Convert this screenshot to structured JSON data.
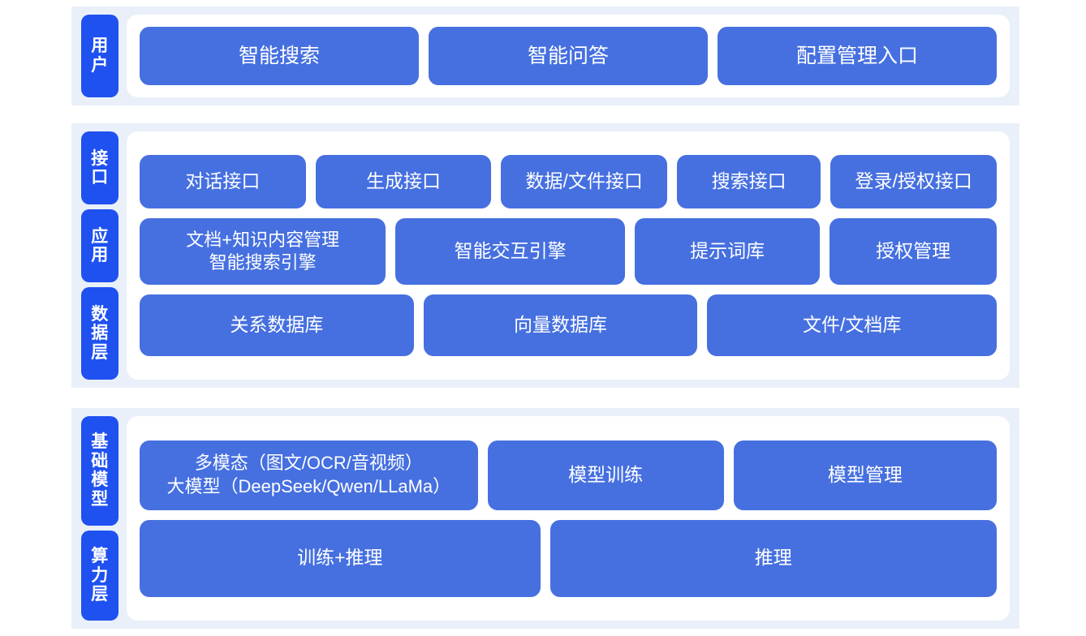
{
  "colors": {
    "band": "#eaf0f9",
    "panel": "#ffffff",
    "tab": "#1f51f0",
    "node": "#4670e0",
    "text": "#ffffff",
    "page": "#ffffff"
  },
  "groups": [
    {
      "id": "user",
      "labels": [
        "用户"
      ],
      "rows": [
        {
          "id": "user-entries",
          "nodes": [
            "智能搜索",
            "智能问答",
            "配置管理入口"
          ]
        }
      ]
    },
    {
      "id": "mid",
      "labels": [
        "接口",
        "应用",
        "数据层"
      ],
      "rows": [
        {
          "id": "interface",
          "nodes": [
            "对话接口",
            "生成接口",
            "数据/文件接口",
            "搜索接口",
            "登录/授权接口"
          ]
        },
        {
          "id": "application",
          "nodes": [
            "文档+知识内容管理\n智能搜索引擎",
            "智能交互引擎",
            "提示词库",
            "授权管理"
          ]
        },
        {
          "id": "data",
          "nodes": [
            "关系数据库",
            "向量数据库",
            "文件/文档库"
          ]
        }
      ]
    },
    {
      "id": "base",
      "labels": [
        "基础模型",
        "算力层"
      ],
      "rows": [
        {
          "id": "model",
          "nodes": [
            "多模态（图文/OCR/音视频）\n大模型（DeepSeek/Qwen/LLaMa）",
            "模型训练",
            "模型管理"
          ]
        },
        {
          "id": "compute",
          "nodes": [
            "训练+推理",
            "推理"
          ]
        }
      ]
    }
  ]
}
